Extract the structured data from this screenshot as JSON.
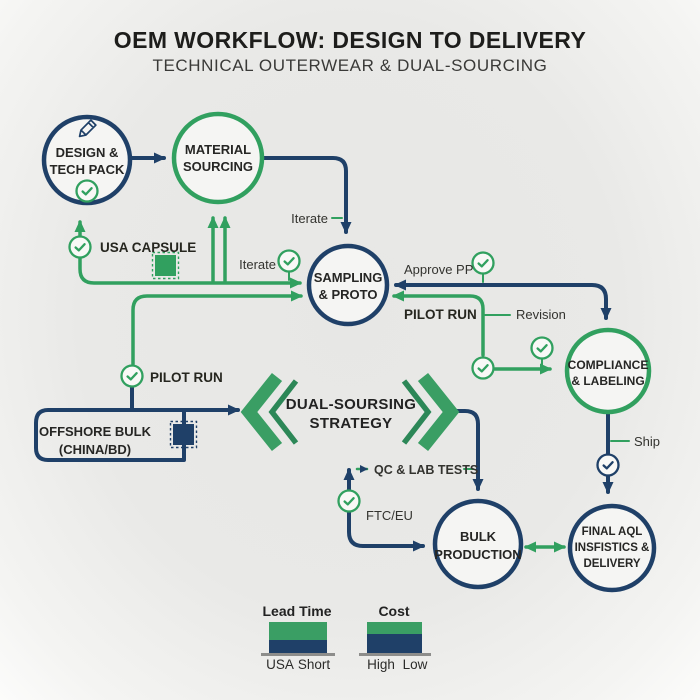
{
  "header": {
    "title": "OEM WORKFLOW: DESIGN TO DELIVERY",
    "subtitle": "TECHNICAL OUTERWEAR & DUAL-SOURCING"
  },
  "colors": {
    "navy": "#1F4068",
    "green": "#31A05F",
    "chevron_green": "#3A9E64",
    "chevron_dark_green": "#2C8757",
    "background": "#e9e9e7",
    "text": "#222220"
  },
  "nodes": {
    "design": {
      "line1": "DESIGN &",
      "line2": "TECH PACK"
    },
    "material": {
      "line1": "MATERIAL",
      "line2": "SOURCING"
    },
    "sampling": {
      "line1": "SAMPLING",
      "line2": "& PROTO"
    },
    "compliance": {
      "line1": "COMPLIANCE",
      "line2": "& LABELING"
    },
    "bulk": {
      "line1": "BULK",
      "line2": "PRODUCTION"
    },
    "final": {
      "line1": "FINAL AQL",
      "line2": "INSFISTICS &",
      "line3": "DELIVERY"
    },
    "offshore": {
      "line1": "OFFSHORE BULK",
      "line2": "(CHINA/BD)"
    },
    "strategy": {
      "line1": "DUAL-SOURSING",
      "line2": "STRATEGY"
    }
  },
  "labels": {
    "usa_capsule": "USA CAPSULE",
    "iterate_top": "Iterate",
    "iterate_left": "Iterate",
    "approve_pp": "Approve PP",
    "pilot_run_right": "PILOT RUN",
    "revision": "Revision",
    "pilot_run_left": "PILOT RUN",
    "qc_lab_tests": "QC & LAB TESTS",
    "ftc_eu": "FTC/EU",
    "ship": "Ship"
  },
  "legend": {
    "lead_time": {
      "title": "Lead Time",
      "left_label": "USA",
      "right_label": "Short",
      "top_color": "#3A9E64",
      "bottom_color": "#1F4068",
      "top_h": "18",
      "bottom_h": "13"
    },
    "cost": {
      "title": "Cost",
      "left_label": "High",
      "right_label": "Low",
      "top_color": "#3A9E64",
      "bottom_color": "#1F4068",
      "top_h": "12",
      "bottom_h": "19"
    }
  }
}
